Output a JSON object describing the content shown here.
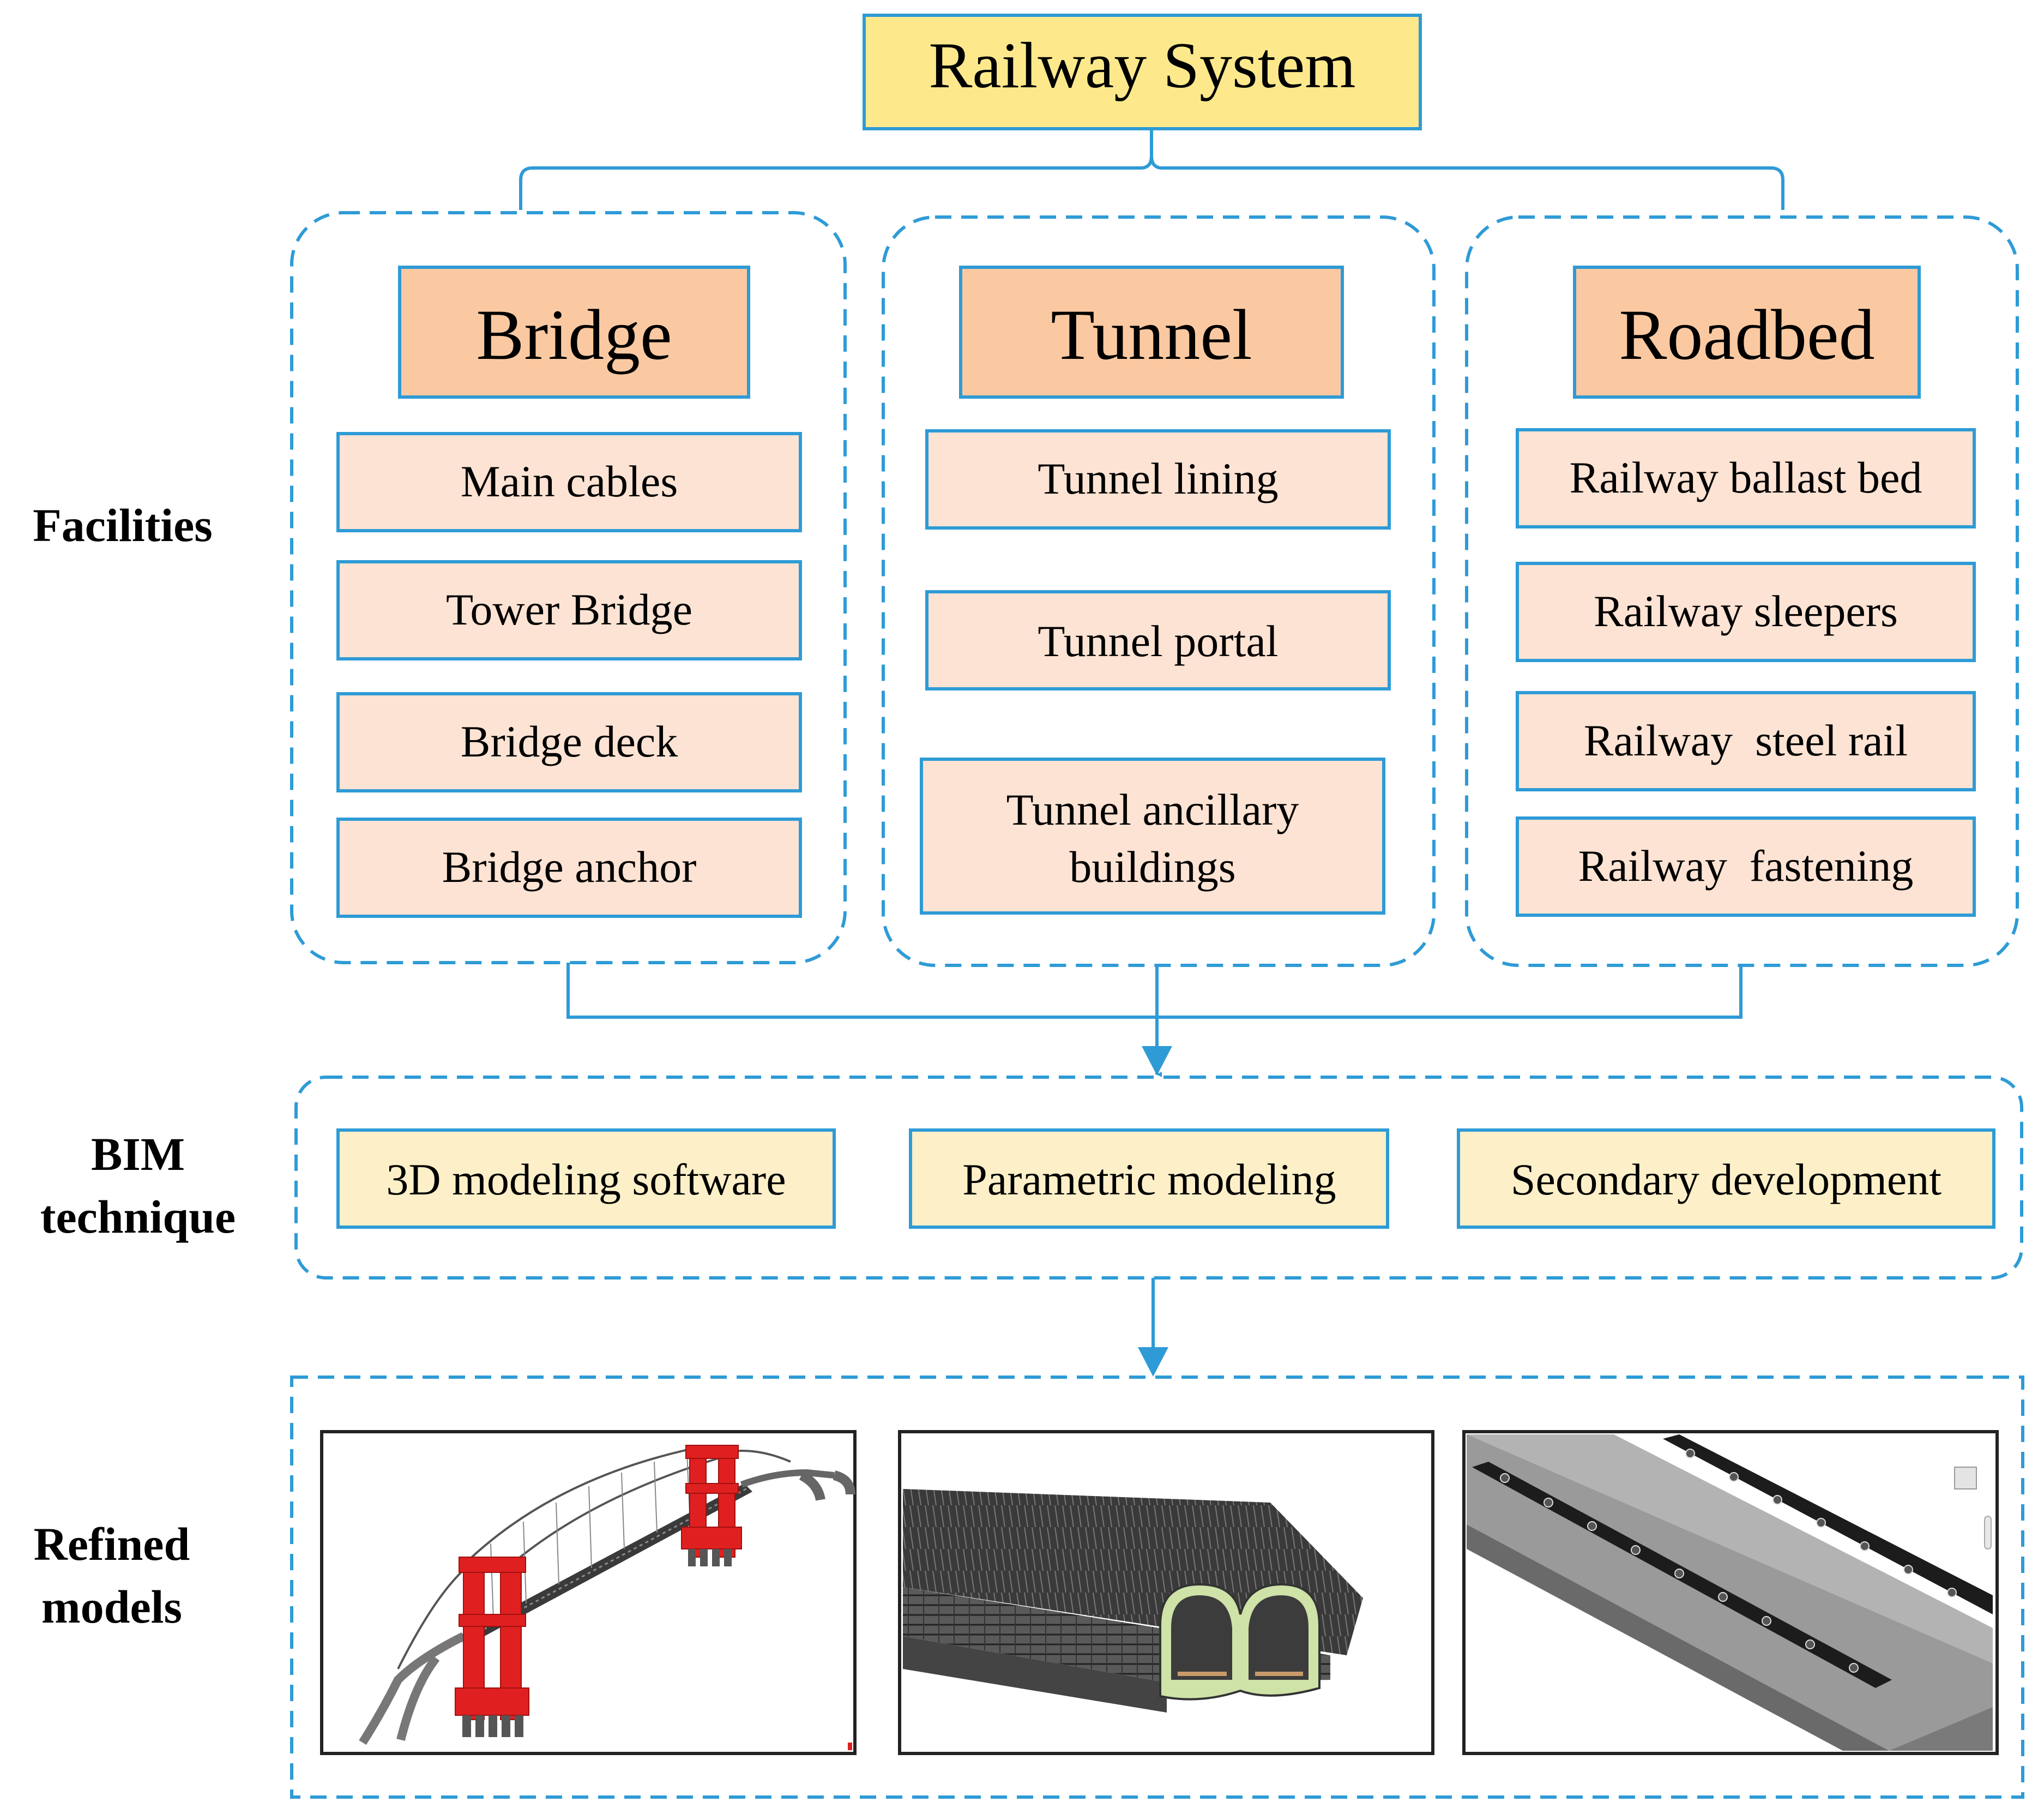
{
  "title": "Railway System",
  "row_labels": {
    "facilities": "Facilities",
    "bim_line1": "BIM",
    "bim_line2": "technique",
    "refined_line1": "Refined",
    "refined_line2": "models"
  },
  "groups": [
    {
      "name": "Bridge",
      "items": [
        "Main cables",
        "Tower Bridge",
        "Bridge deck",
        "Bridge anchor"
      ]
    },
    {
      "name": "Tunnel",
      "items": [
        "Tunnel lining",
        "Tunnel portal",
        "Tunnel ancillary",
        "buildings"
      ]
    },
    {
      "name": "Roadbed",
      "items": [
        "Railway ballast bed",
        "Railway sleepers",
        "Railway  steel rail",
        "Railway  fastening"
      ]
    }
  ],
  "bim": [
    "3D modeling software",
    "Parametric modeling",
    "Secondary development"
  ],
  "colors": {
    "line": "#2e9bd6",
    "title_fill": "#fde98c",
    "group_fill": "#fbc9a1",
    "item_fill": "#fde3d3",
    "bim_fill": "#fdf0c8",
    "red": "#e02020"
  }
}
